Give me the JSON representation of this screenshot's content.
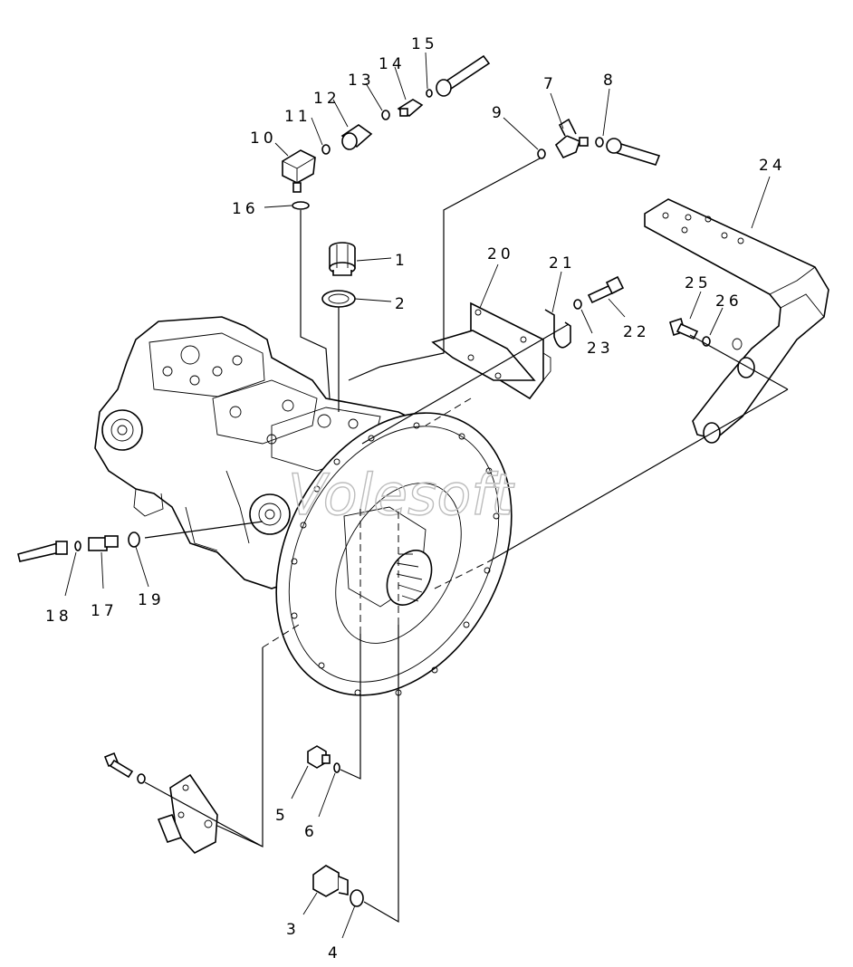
{
  "watermark": "Volesoft",
  "callouts": [
    {
      "id": "c1",
      "text": "1"
    },
    {
      "id": "c2",
      "text": "2"
    },
    {
      "id": "c3",
      "text": "3"
    },
    {
      "id": "c4",
      "text": "4"
    },
    {
      "id": "c5",
      "text": "5"
    },
    {
      "id": "c6",
      "text": "6"
    },
    {
      "id": "c7",
      "text": "7"
    },
    {
      "id": "c8",
      "text": "8"
    },
    {
      "id": "c9",
      "text": "9"
    },
    {
      "id": "c10",
      "text": "10"
    },
    {
      "id": "c11",
      "text": "11"
    },
    {
      "id": "c12",
      "text": "12"
    },
    {
      "id": "c13",
      "text": "13"
    },
    {
      "id": "c14",
      "text": "14"
    },
    {
      "id": "c15",
      "text": "15"
    },
    {
      "id": "c16",
      "text": "16"
    },
    {
      "id": "c17",
      "text": "17"
    },
    {
      "id": "c18",
      "text": "18"
    },
    {
      "id": "c19",
      "text": "19"
    },
    {
      "id": "c20",
      "text": "20"
    },
    {
      "id": "c21",
      "text": "21"
    },
    {
      "id": "c22",
      "text": "22"
    },
    {
      "id": "c23",
      "text": "23"
    },
    {
      "id": "c24",
      "text": "24"
    },
    {
      "id": "c25",
      "text": "25"
    },
    {
      "id": "c26",
      "text": "26"
    }
  ]
}
